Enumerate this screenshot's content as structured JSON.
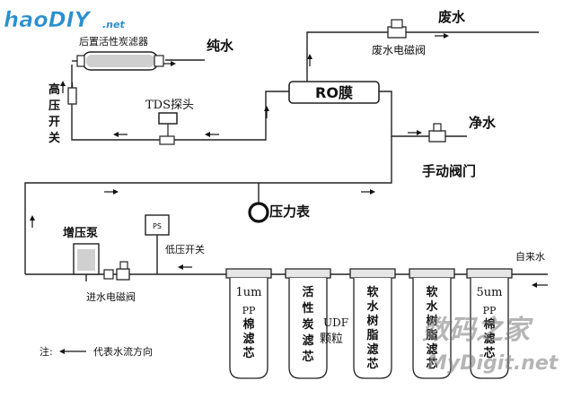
{
  "watermark_top": {
    "text": "haoDIY",
    "suffix": ".net"
  },
  "watermark_bottom": {
    "cn": "数码之家",
    "en": "MyDigit.net"
  },
  "labels": {
    "post_carbon_filter": "后置活性炭滤器",
    "pure_water": "纯水",
    "waste_water": "废水",
    "waste_valve": "废水电磁阀",
    "ro_membrane": "RO膜",
    "clean_water": "净水",
    "manual_valve": "手动阀门",
    "tds_probe": "TDS探头",
    "high_pressure_switch": [
      "高",
      "压",
      "开",
      "关"
    ],
    "pressure_gauge": "压力表",
    "booster_pump": "增压泵",
    "ps": "PS",
    "low_pressure_switch": "低压开关",
    "inlet_valve": "进水电磁阀",
    "tap_water": "自来水",
    "legend_prefix": "注:",
    "legend_text": "代表水流方向"
  },
  "filters": [
    {
      "top": "1um",
      "lines": [
        "PP",
        "棉",
        "滤",
        "芯"
      ]
    },
    {
      "top": "",
      "lines": [
        "活",
        "性",
        "炭",
        "滤",
        "芯"
      ]
    },
    {
      "top": "",
      "lines": [
        "软",
        "水",
        "树",
        "脂",
        "滤",
        "芯"
      ]
    },
    {
      "top": "",
      "lines": [
        "软",
        "水",
        "树",
        "脂",
        "滤",
        "芯"
      ]
    },
    {
      "top": "5um",
      "lines": [
        "PP",
        "棉",
        "滤",
        "芯"
      ]
    }
  ],
  "udf_label": [
    "UDF",
    "颗粒"
  ]
}
